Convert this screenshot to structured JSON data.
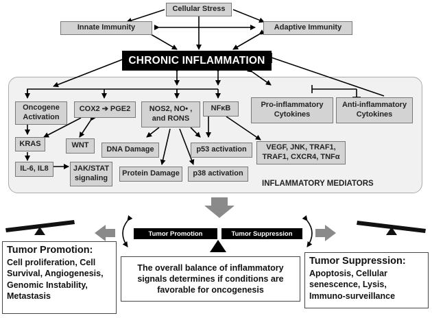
{
  "top": {
    "cellular_stress": "Cellular Stress",
    "innate_immunity": "Innate Immunity",
    "adaptive_immunity": "Adaptive Immunity",
    "chronic_inflammation": "CHRONIC INFLAMMATION"
  },
  "mediators": {
    "oncogene_activation": "Oncogene Activation",
    "cox2": "COX2",
    "pge2": "PGE2",
    "nos2": "NOS2, NO• , and RONS",
    "nfkb": "NFκB",
    "pro_inflammatory": "Pro-inflammatory Cytokines",
    "anti_inflammatory": "Anti-inflammatory Cytokines",
    "kras": "KRAS",
    "wnt": "WNT",
    "dna_damage": "DNA Damage",
    "p53_activation": "p53 activation",
    "vegf": "VEGF, JNK, TRAF1, TRAF1, CXCR4, TNFα",
    "il6": "IL-6, IL8",
    "jak_stat": "JAK/STAT signaling",
    "protein_damage": "Protein Damage",
    "p38_activation": "p38 activation",
    "panel_label": "INFLAMMATORY MEDIATORS"
  },
  "balance": {
    "tumor_promotion_bar": "Tumor Promotion",
    "tumor_suppression_bar": "Tumor Suppression",
    "center_text": "The overall balance of inflammatory signals determines if conditions are favorable for oncogenesis"
  },
  "promotion": {
    "heading": "Tumor Promotion:",
    "body": "Cell proliferation, Cell Survival, Angiogenesis, Genomic Instability, Metastasis"
  },
  "suppression": {
    "heading": "Tumor Suppression:",
    "body": "Apoptosis, Cellular senescence, Lysis, Immuno-surveillance"
  },
  "colors": {
    "box_fill": "#d3d3d3",
    "panel_fill": "#f1f1f1",
    "arrow_grey": "#8a8a8a",
    "black": "#000000"
  }
}
